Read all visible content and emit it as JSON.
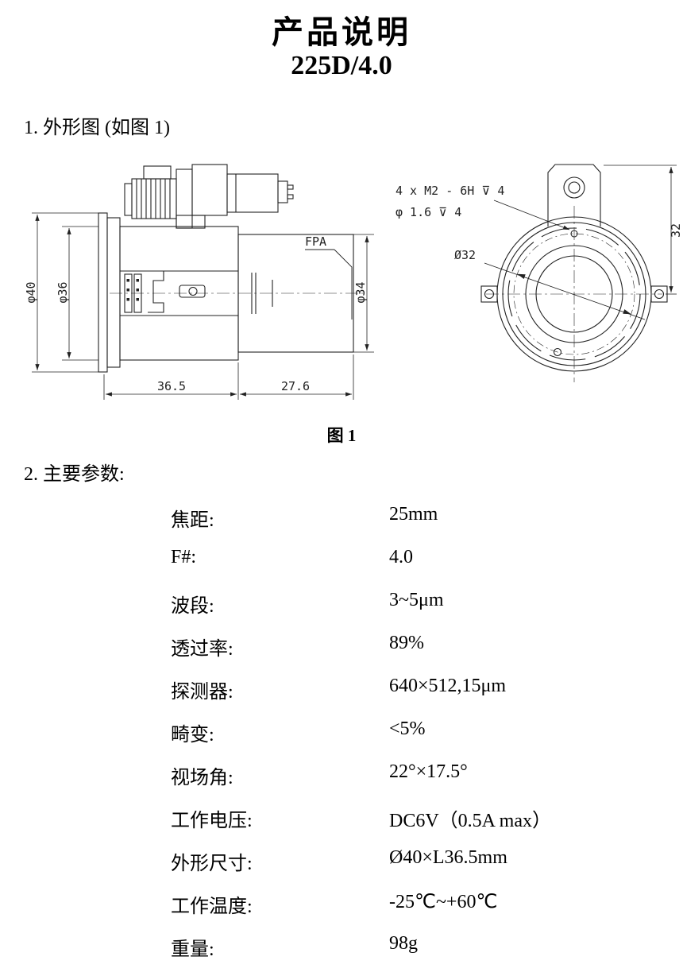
{
  "doc": {
    "title": "产品说明",
    "model": "225D/4.0",
    "section1_heading": "1. 外形图 (如图 1)",
    "figure_caption": "图 1",
    "section2_heading": "2. 主要参数:"
  },
  "drawing": {
    "side": {
      "phi40": "φ40",
      "phi36": "φ36",
      "phi34": "φ34",
      "length_front": "36.5",
      "length_rear": "27.6",
      "fpa_label": "FPA"
    },
    "front": {
      "thread_note": "4 x M2 - 6H ⊽ 4",
      "hole_note": "φ 1.6 ⊽ 4",
      "bolt_circle": "Ø32",
      "tab_height": "32"
    }
  },
  "parameters": [
    {
      "label": "焦距:",
      "value": "25mm"
    },
    {
      "label": "F#:",
      "value": "4.0"
    },
    {
      "label": "波段:",
      "value": "3~5μm"
    },
    {
      "label": "透过率:",
      "value": "89%"
    },
    {
      "label": "探测器:",
      "value": "640×512,15μm"
    },
    {
      "label": "畸变:",
      "value": "<5%"
    },
    {
      "label": "视场角:",
      "value": "22°×17.5°"
    },
    {
      "label": "工作电压:",
      "value": "DC6V（0.5A max）"
    },
    {
      "label": "外形尺寸:",
      "value": "Ø40×L36.5mm"
    },
    {
      "label": "工作温度:",
      "value": "-25℃~+60℃"
    },
    {
      "label": "重量:",
      "value": "98g"
    }
  ]
}
